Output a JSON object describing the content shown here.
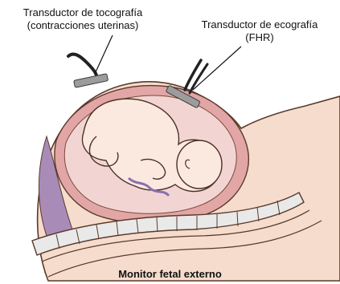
{
  "labels": {
    "toco_line1": "Transductor de tocografía",
    "toco_line2": "(contracciones uterinas)",
    "eco_line1": "Transductor de ecografía",
    "eco_line2": "(FHR)"
  },
  "caption": "Monitor fetal externo",
  "colors": {
    "skin": "#f6dccd",
    "skin_outline": "#5a3a2a",
    "uterus_wall": "#e2a6a6",
    "amniotic": "#f2d5d3",
    "purple_tissue": "#a98bb8",
    "spine": "#e9e9e9",
    "transducer": "#9c9c9c",
    "cable": "#222222"
  },
  "icons": {
    "toco": "tocography-transducer-icon",
    "eco": "ultrasound-transducer-icon"
  }
}
